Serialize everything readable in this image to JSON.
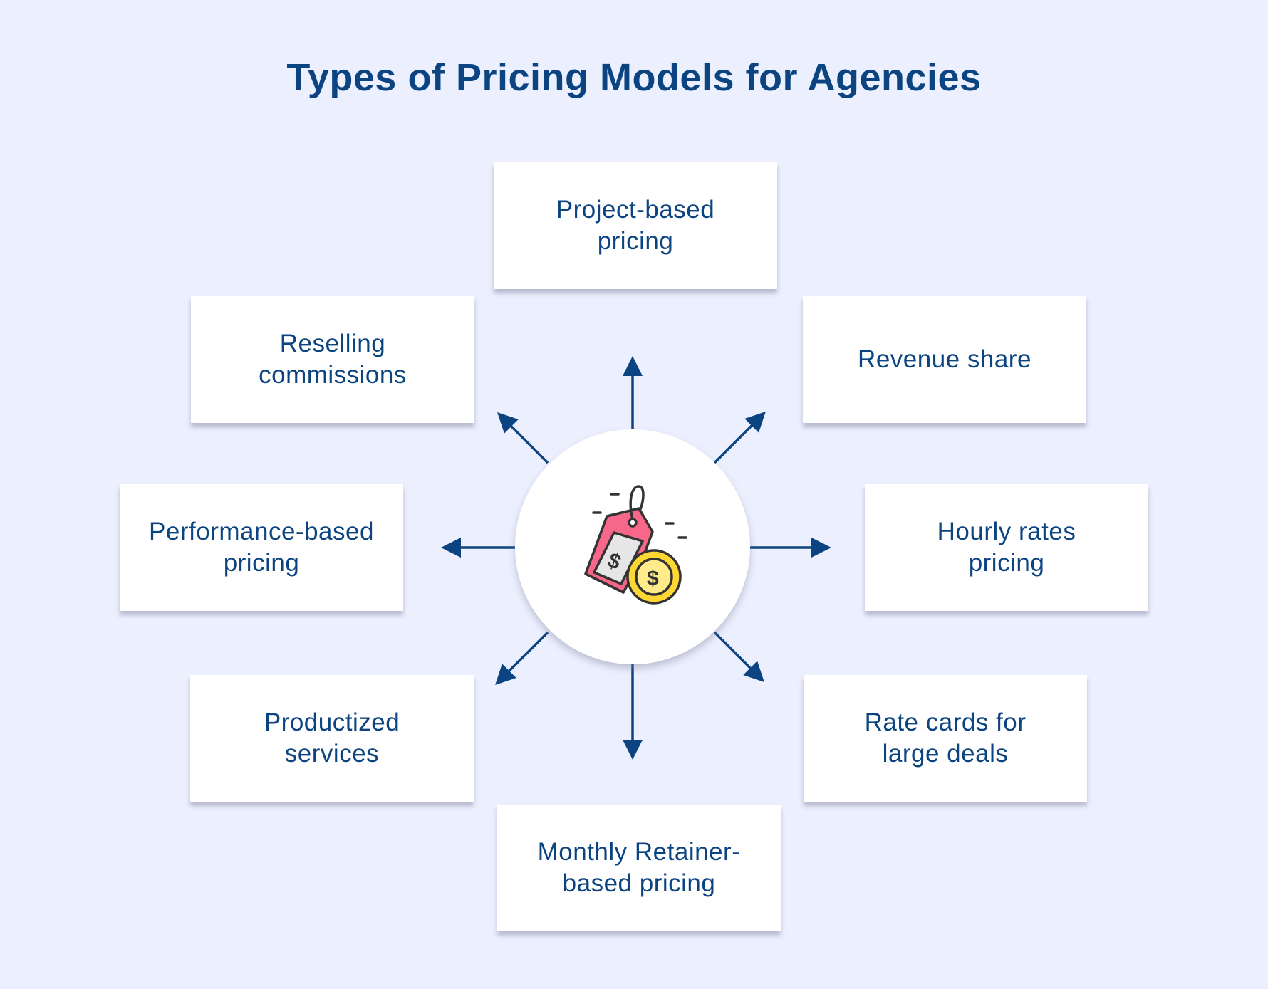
{
  "title": "Types of Pricing Models for Agencies",
  "center_icon": "price-tag-with-coin-icon",
  "colors": {
    "background": "#ECEFFD",
    "text": "#0B4480",
    "arrow": "#0B4480",
    "card": "#FFFFFF",
    "tag_pink": "#F7678A",
    "coin_yellow": "#FDD835"
  },
  "models": [
    {
      "id": "project",
      "label": "Project-based\npricing"
    },
    {
      "id": "revenue",
      "label": "Revenue share"
    },
    {
      "id": "hourly",
      "label": "Hourly rates\npricing"
    },
    {
      "id": "ratecards",
      "label": "Rate cards for\nlarge deals"
    },
    {
      "id": "retainer",
      "label": "Monthly Retainer-\nbased pricing"
    },
    {
      "id": "productized",
      "label": "Productized\nservices"
    },
    {
      "id": "performance",
      "label": "Performance-based\npricing"
    },
    {
      "id": "reselling",
      "label": "Reselling\ncommissions"
    }
  ]
}
